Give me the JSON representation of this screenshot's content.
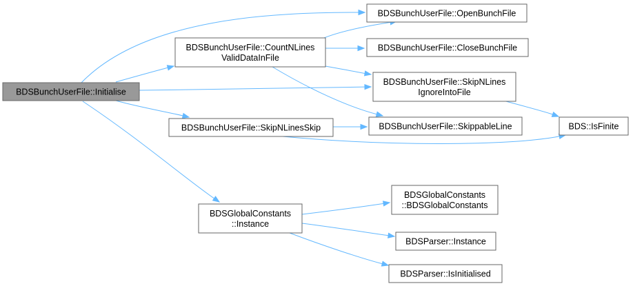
{
  "diagram": {
    "type": "call-graph",
    "colors": {
      "edge": "#63b8ff",
      "node_border": "#666666",
      "root_fill": "#999999",
      "node_fill": "#ffffff"
    },
    "nodes": [
      {
        "id": "initialise",
        "lines": [
          "BDSBunchUserFile::Initialise"
        ],
        "root": true
      },
      {
        "id": "count-nlines",
        "lines": [
          "BDSBunchUserFile::CountNLines",
          "ValidDataInFile"
        ]
      },
      {
        "id": "skip-nlines-skip",
        "lines": [
          "BDSBunchUserFile::SkipNLinesSkip"
        ]
      },
      {
        "id": "global-constants-instance",
        "lines": [
          "BDSGlobalConstants",
          "::Instance"
        ]
      },
      {
        "id": "open-bunch-file",
        "lines": [
          "BDSBunchUserFile::OpenBunchFile"
        ]
      },
      {
        "id": "close-bunch-file",
        "lines": [
          "BDSBunchUserFile::CloseBunchFile"
        ]
      },
      {
        "id": "skip-nlines-ignore",
        "lines": [
          "BDSBunchUserFile::SkipNLines",
          "IgnoreIntoFile"
        ]
      },
      {
        "id": "skippable-line",
        "lines": [
          "BDSBunchUserFile::SkippableLine"
        ]
      },
      {
        "id": "is-finite",
        "lines": [
          "BDS::IsFinite"
        ]
      },
      {
        "id": "global-constants-ctor",
        "lines": [
          "BDSGlobalConstants",
          "::BDSGlobalConstants"
        ]
      },
      {
        "id": "parser-instance",
        "lines": [
          "BDSParser::Instance"
        ]
      },
      {
        "id": "parser-is-initialised",
        "lines": [
          "BDSParser::IsInitialised"
        ]
      }
    ],
    "edges": [
      {
        "from": "initialise",
        "to": "open-bunch-file"
      },
      {
        "from": "initialise",
        "to": "count-nlines"
      },
      {
        "from": "initialise",
        "to": "skip-nlines-ignore"
      },
      {
        "from": "initialise",
        "to": "skip-nlines-skip"
      },
      {
        "from": "initialise",
        "to": "global-constants-instance"
      },
      {
        "from": "count-nlines",
        "to": "open-bunch-file"
      },
      {
        "from": "count-nlines",
        "to": "close-bunch-file"
      },
      {
        "from": "count-nlines",
        "to": "skip-nlines-ignore"
      },
      {
        "from": "count-nlines",
        "to": "skippable-line"
      },
      {
        "from": "skip-nlines-ignore",
        "to": "is-finite"
      },
      {
        "from": "skip-nlines-skip",
        "to": "skippable-line"
      },
      {
        "from": "skip-nlines-skip",
        "to": "is-finite"
      },
      {
        "from": "global-constants-instance",
        "to": "global-constants-ctor"
      },
      {
        "from": "global-constants-instance",
        "to": "parser-instance"
      },
      {
        "from": "global-constants-instance",
        "to": "parser-is-initialised"
      }
    ]
  }
}
